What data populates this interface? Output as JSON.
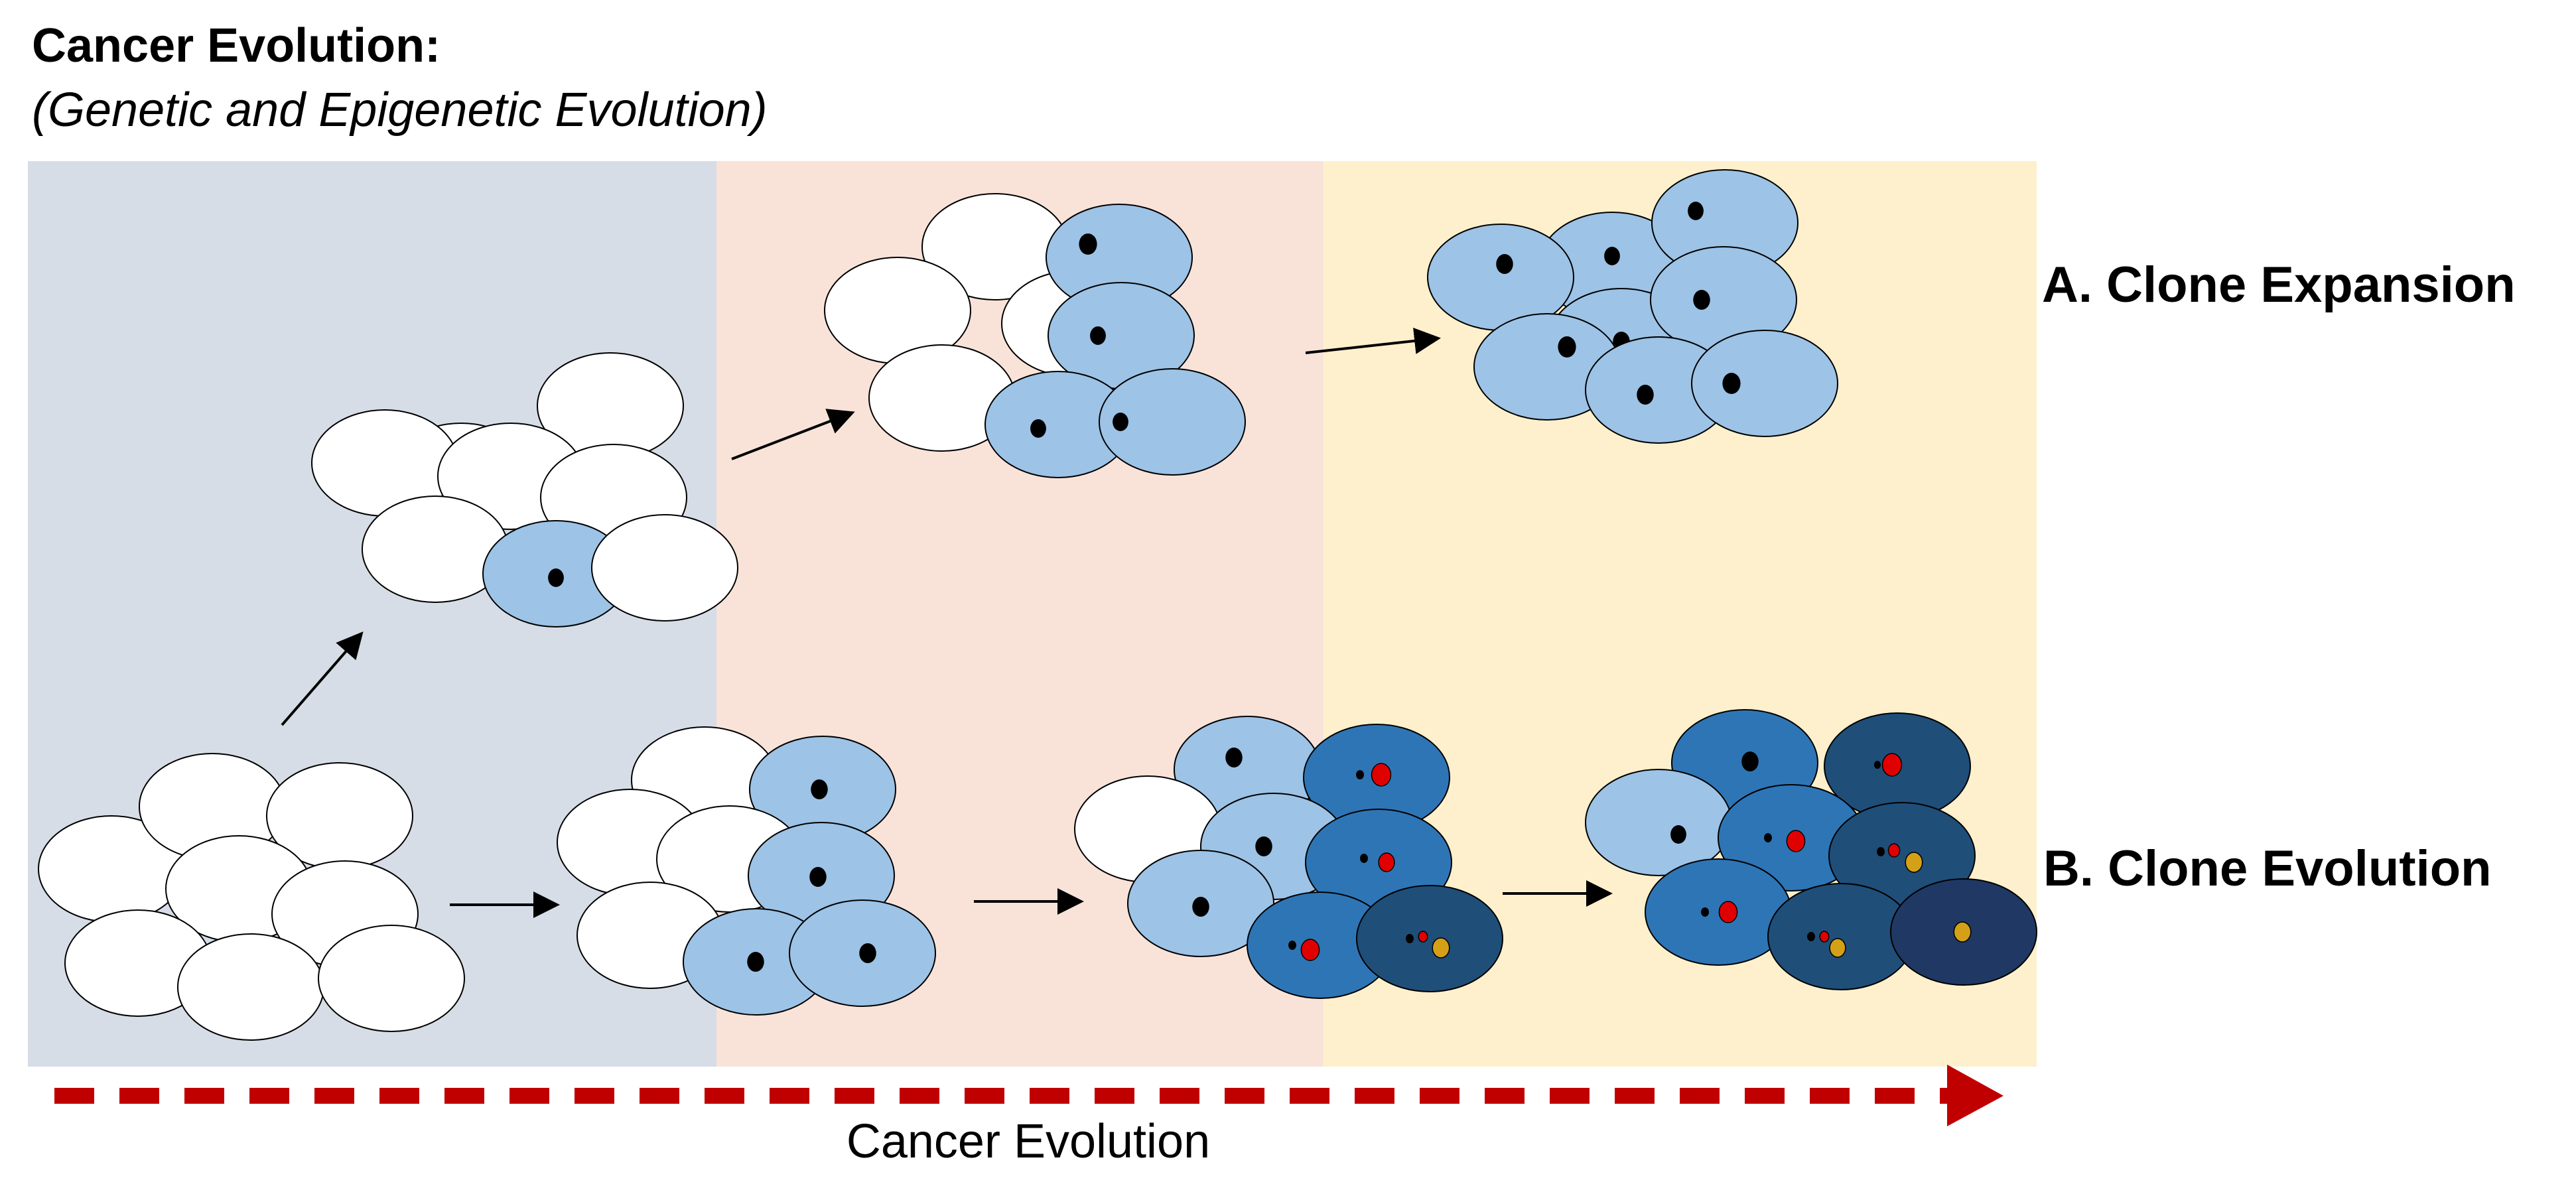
{
  "title": "Cancer Evolution:",
  "subtitle": "(Genetic and Epigenetic Evolution)",
  "rows": {
    "a_label": "A. Clone Expansion",
    "b_label": "B. Clone Evolution"
  },
  "axis": {
    "label": "Cancer Evolution"
  },
  "colors": {
    "stage1_bg": "#d6dde6",
    "stage2_bg": "#f9e3d9",
    "stage3_bg": "#fef0cc",
    "cell_normal": "#ffffff",
    "clone_light": "#9dc3e6",
    "clone_medium": "#2e75b6",
    "clone_dark": "#1f4e79",
    "clone_darkest": "#203864",
    "mutation_red": "#e00000",
    "mutation_gold": "#d4a017",
    "timeline_red": "#c00000"
  }
}
